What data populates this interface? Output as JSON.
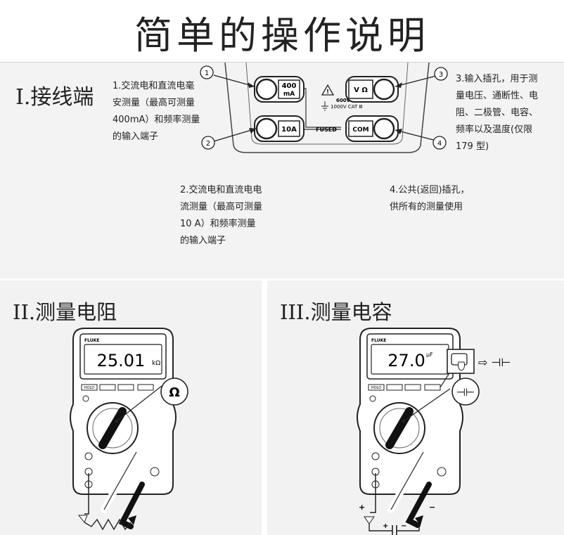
{
  "title": "简单的操作说明",
  "section1": {
    "heading": "I.接线端",
    "desc1": [
      "1.交流电和直流电毫",
      "安测量（最高可测量",
      "400mA）和频率测量",
      "的输入端子"
    ],
    "desc2": [
      "2.交流电和直流电电",
      "流测量（最高可测量",
      "10 A）和频率测量",
      "的输入端子"
    ],
    "desc3": [
      "3.输入插孔，用于测",
      "量电压、通断性、电",
      "阻、二极管、电容、",
      "频率以及温度(仅限",
      "179 型)"
    ],
    "desc4": [
      "4.公共(返回)插孔，",
      "供所有的测量使用"
    ],
    "callouts": [
      "1",
      "2",
      "3",
      "4"
    ],
    "jack_labels": {
      "j400": [
        "400",
        "mA"
      ],
      "j10a": "10A",
      "jv": "V Ω",
      "jcom": "COM",
      "fused": "FUSED",
      "cat": [
        "600V CAT Ⅳ",
        "1000V CAT Ⅲ"
      ]
    }
  },
  "section2": {
    "heading": "II.测量电阻",
    "brand": "FLUKE",
    "reading": "25.01",
    "unit": "kΩ",
    "buttons": [
      "HOLD",
      "",
      "",
      ""
    ],
    "dial_label": "Ω"
  },
  "section3": {
    "heading": "III.测量电容",
    "brand": "FLUKE",
    "reading": "27.0",
    "unit": "μF",
    "buttons": [
      "HOLD",
      "",
      "",
      ""
    ],
    "callout_symbol": "⊣⊢",
    "key_symbol": "⇨ ⊣⊢",
    "polarity": [
      "+",
      "−",
      "+",
      "−"
    ]
  }
}
